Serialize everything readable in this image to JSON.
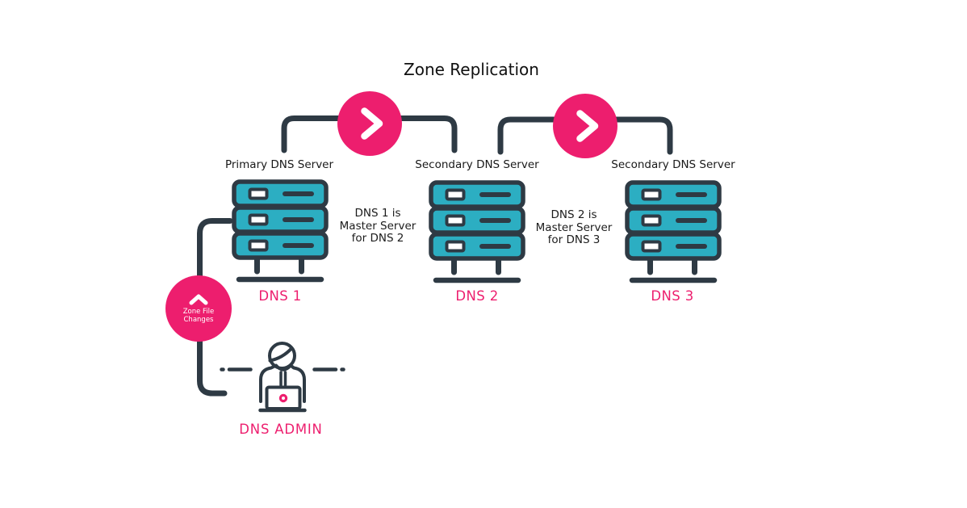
{
  "title": "Zone Replication",
  "colors": {
    "accent_pink": "#ED1E6E",
    "server_teal": "#2CAEC2",
    "line_dark": "#2E3A44",
    "background": "#FFFFFF"
  },
  "servers": [
    {
      "role_label": "Primary DNS Server",
      "name": "DNS 1"
    },
    {
      "role_label": "Secondary DNS Server",
      "name": "DNS 2"
    },
    {
      "role_label": "Secondary DNS Server",
      "name": "DNS 3"
    }
  ],
  "replication_notes": [
    {
      "text": "DNS 1 is\nMaster Server\nfor DNS 2"
    },
    {
      "text": "DNS 2 is\nMaster Server\nfor DNS 3"
    }
  ],
  "flow_arrows": [
    {
      "icon": "chevron-right"
    },
    {
      "icon": "chevron-right"
    }
  ],
  "zone_badge": {
    "label": "Zone File\nChanges",
    "icon": "chevron-up"
  },
  "admin": {
    "label": "DNS ADMIN",
    "icon": "person-at-laptop"
  }
}
